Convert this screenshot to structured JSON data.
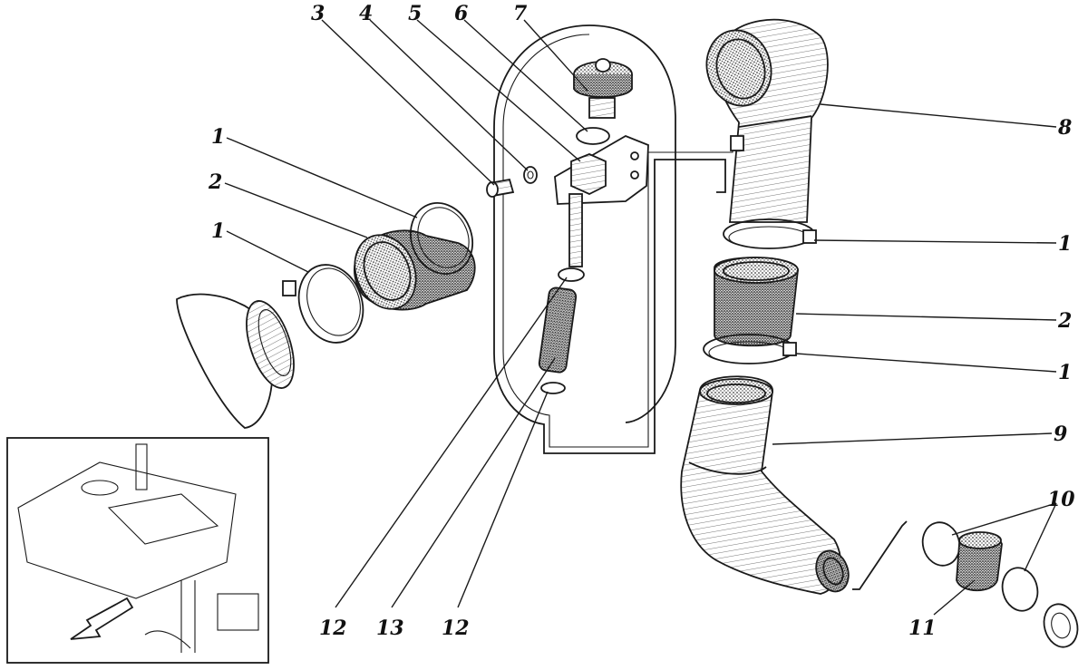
{
  "callouts": {
    "c1_left_top": "1",
    "c2_left": "2",
    "c1_left_bottom": "1",
    "c3": "3",
    "c4": "4",
    "c5": "5",
    "c6": "6",
    "c7": "7",
    "c8": "8",
    "c1_right_top": "1",
    "c2_right": "2",
    "c1_right_bottom": "1",
    "c9": "9",
    "c10": "10",
    "c11": "11",
    "c12_left": "12",
    "c13": "13",
    "c12_right": "12"
  },
  "colors": {
    "ink": "#1a1a1a",
    "paper": "#ffffff",
    "stipple": "#3a3a3a"
  }
}
